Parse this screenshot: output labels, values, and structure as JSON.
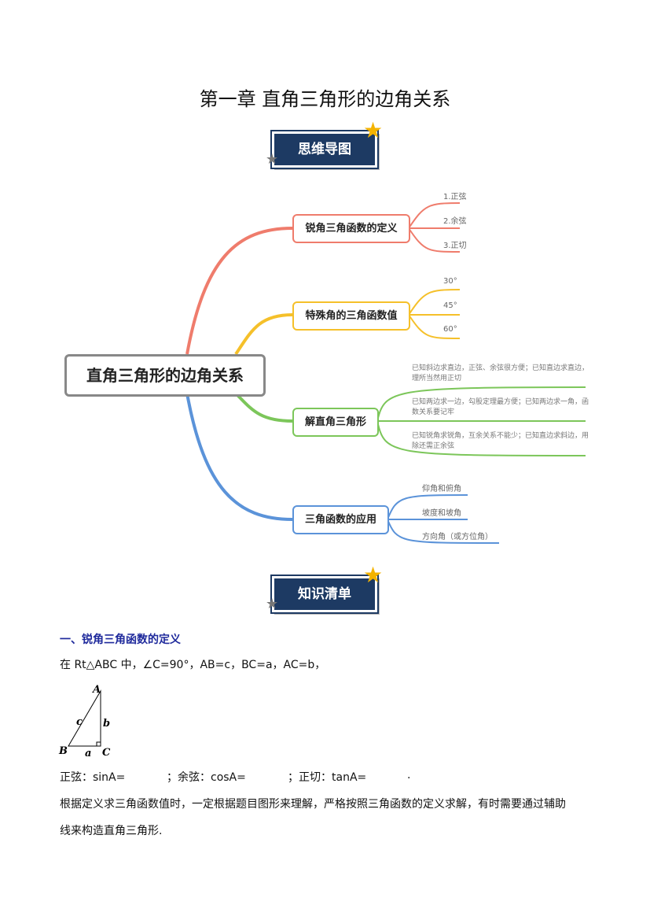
{
  "title": "第一章 直角三角形的边角关系",
  "banner1": "思维导图",
  "banner2": "知识清单",
  "mindmap": {
    "center": "直角三角形的边角关系",
    "branches": [
      {
        "label": "锐角三角函数的定义",
        "color": "#ef7c6c",
        "leaves": [
          "1.正弦",
          "2.余弦",
          "3.正切"
        ]
      },
      {
        "label": "特殊角的三角函数值",
        "color": "#f5c02a",
        "leaves": [
          "30°",
          "45°",
          "60°"
        ]
      },
      {
        "label": "解直角三角形",
        "color": "#7cc65a",
        "leaves": [
          "已知斜边求直边，正弦、余弦很方便；已知直边求直边，理所当然用正切",
          "已知两边求一边，勾股定理最方便；已知两边求一角，函数关系要记牢",
          "已知锐角求锐角，互余关系不能少；已知直边求斜边，用除还需正余弦"
        ]
      },
      {
        "label": "三角函数的应用",
        "color": "#5b93d9",
        "leaves": [
          "仰角和俯角",
          "坡度和坡角",
          "方向角（或方位角）"
        ]
      }
    ]
  },
  "section1": {
    "heading": "一、锐角三角函数的定义",
    "intro": "在 Rt△ABC 中，∠C=90°，AB=c，BC=a，AC=b，",
    "triangle": {
      "A": "A",
      "B": "B",
      "C": "C",
      "a": "a",
      "b": "b",
      "c": "c"
    },
    "formula": {
      "sin": "正弦：sinA=",
      "cos": "；余弦：cosA=",
      "tan": "；正切：tanA=",
      "end": "."
    },
    "para1": "根据定义求三角函数值时，一定根据题目图形来理解，严格按照三角函数的定义求解，有时需要通过辅助",
    "para2": "线来构造直角三角形."
  }
}
